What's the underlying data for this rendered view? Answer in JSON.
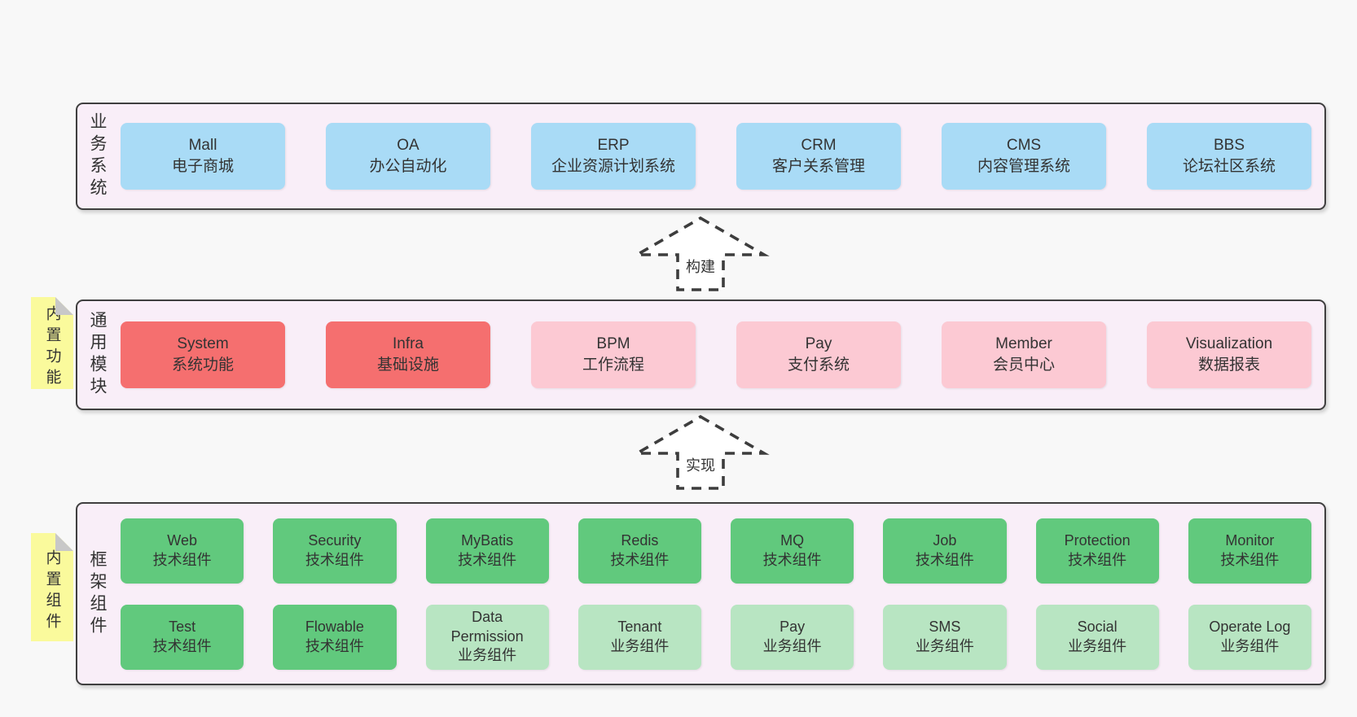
{
  "colors": {
    "page-bg": "#f8f8f8",
    "panel-bg": "#f9eef8",
    "panel-border": "#3f3f3f",
    "box-blue": "#a9dbf6",
    "box-red": "#f56f6f",
    "box-pink": "#fcc9d3",
    "box-green": "#61c97d",
    "box-lightgreen": "#b8e5c2",
    "sticky-yellow": "#fafa9c",
    "sticky-fold": "#c8c8c8",
    "text-dark": "#333333",
    "arrow-stroke": "#3d3d3d"
  },
  "panels": {
    "business": {
      "label": "业务系统",
      "boxes": [
        {
          "name": "Mall",
          "desc": "电子商城"
        },
        {
          "name": "OA",
          "desc": "办公自动化"
        },
        {
          "name": "ERP",
          "desc": "企业资源计划系统"
        },
        {
          "name": "CRM",
          "desc": "客户关系管理"
        },
        {
          "name": "CMS",
          "desc": "内容管理系统"
        },
        {
          "name": "BBS",
          "desc": "论坛社区系统"
        }
      ]
    },
    "modules": {
      "label": "通用模块",
      "sticky": "内置功能",
      "boxes": [
        {
          "name": "System",
          "desc": "系统功能",
          "color": "red"
        },
        {
          "name": "Infra",
          "desc": "基础设施",
          "color": "red"
        },
        {
          "name": "BPM",
          "desc": "工作流程",
          "color": "pink"
        },
        {
          "name": "Pay",
          "desc": "支付系统",
          "color": "pink"
        },
        {
          "name": "Member",
          "desc": "会员中心",
          "color": "pink"
        },
        {
          "name": "Visualization",
          "desc": "数据报表",
          "color": "pink"
        }
      ]
    },
    "components": {
      "label": "框架组件",
      "sticky": "内置组件",
      "rows": [
        [
          {
            "name": "Web",
            "desc": "技术组件",
            "color": "green"
          },
          {
            "name": "Security",
            "desc": "技术组件",
            "color": "green"
          },
          {
            "name": "MyBatis",
            "desc": "技术组件",
            "color": "green"
          },
          {
            "name": "Redis",
            "desc": "技术组件",
            "color": "green"
          },
          {
            "name": "MQ",
            "desc": "技术组件",
            "color": "green"
          },
          {
            "name": "Job",
            "desc": "技术组件",
            "color": "green"
          },
          {
            "name": "Protection",
            "desc": "技术组件",
            "color": "green"
          },
          {
            "name": "Monitor",
            "desc": "技术组件",
            "color": "green"
          }
        ],
        [
          {
            "name": "Test",
            "desc": "技术组件",
            "color": "green"
          },
          {
            "name": "Flowable",
            "desc": "技术组件",
            "color": "green"
          },
          {
            "name": "Data Permission",
            "desc": "业务组件",
            "color": "lightgreen"
          },
          {
            "name": "Tenant",
            "desc": "业务组件",
            "color": "lightgreen"
          },
          {
            "name": "Pay",
            "desc": "业务组件",
            "color": "lightgreen"
          },
          {
            "name": "SMS",
            "desc": "业务组件",
            "color": "lightgreen"
          },
          {
            "name": "Social",
            "desc": "业务组件",
            "color": "lightgreen"
          },
          {
            "name": "Operate Log",
            "desc": "业务组件",
            "color": "lightgreen"
          }
        ]
      ]
    }
  },
  "arrows": {
    "build": {
      "label": "构建"
    },
    "implement": {
      "label": "实现"
    }
  }
}
